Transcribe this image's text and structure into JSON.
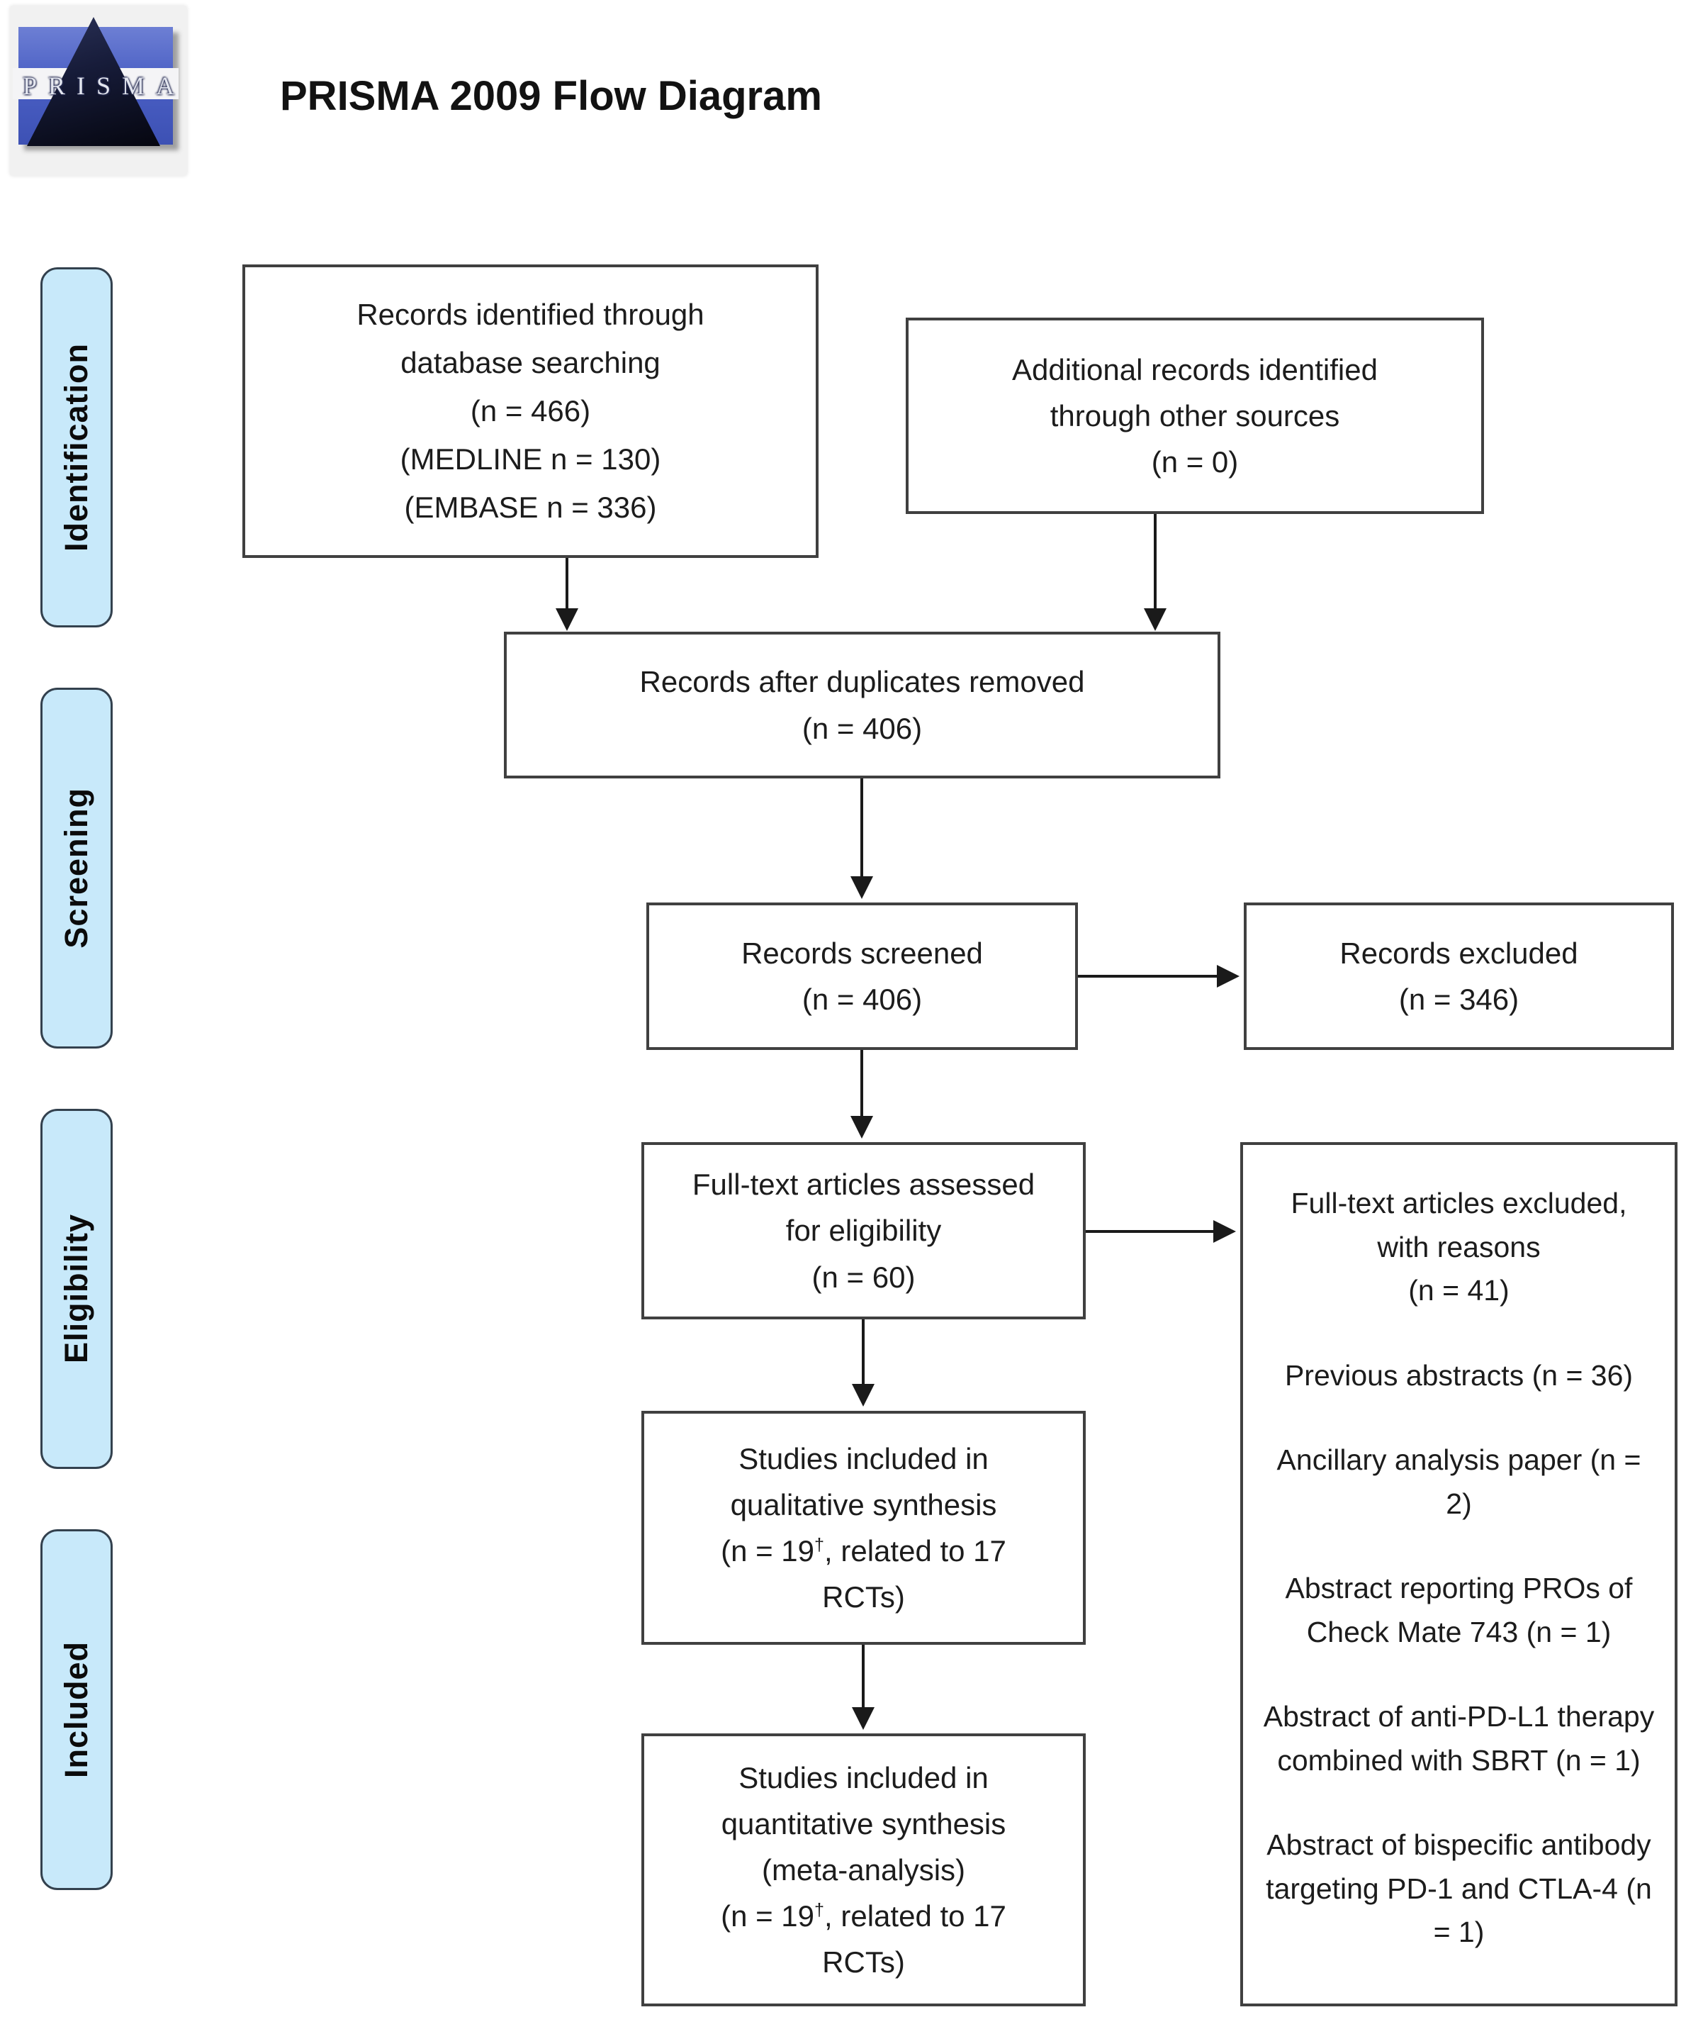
{
  "header": {
    "title": "PRISMA 2009 Flow Diagram",
    "logo_text": "PRISMA"
  },
  "colors": {
    "stage_fill": "#c8e9fa",
    "stage_border": "#33414e",
    "box_border": "#404040",
    "arrow": "#1a1a1a",
    "logo_blue": "#4a5fc4",
    "logo_triangle": "#0b0f24"
  },
  "stages": [
    {
      "label": "Identification"
    },
    {
      "label": "Screening"
    },
    {
      "label": "Eligibility"
    },
    {
      "label": "Included"
    }
  ],
  "boxes": {
    "identified": {
      "l1": "Records identified through",
      "l2": "database searching",
      "l3": "(n = 466)",
      "l4": "(MEDLINE n = 130)",
      "l5": "(EMBASE n = 336)"
    },
    "additional": {
      "l1": "Additional records identified",
      "l2": "through other sources",
      "l3": "(n = 0)"
    },
    "dedup": {
      "l1": "Records after duplicates removed",
      "l2": "(n = 406)"
    },
    "screened": {
      "l1": "Records screened",
      "l2": "(n = 406)"
    },
    "excluded": {
      "l1": "Records excluded",
      "l2": "(n = 346)"
    },
    "fulltext": {
      "l1": "Full-text articles assessed",
      "l2": "for eligibility",
      "l3": "(n = 60)"
    },
    "reasons": {
      "l1": "Full-text articles excluded,",
      "l2": "with reasons",
      "l3": "(n = 41)",
      "p2": "Previous abstracts (n = 36)",
      "p3": "Ancillary analysis paper (n = 2)",
      "p4": "Abstract reporting PROs of Check Mate 743 (n = 1)",
      "p5": "Abstract of anti-PD-L1 therapy combined with SBRT (n = 1)",
      "p6": "Abstract of bispecific antibody targeting PD-1 and CTLA-4 (n = 1)"
    },
    "qualitative": {
      "l1": "Studies included in",
      "l2": "qualitative synthesis",
      "l3_pre": "(n = 19",
      "l3_sup": "†",
      "l3_post": ", related to 17",
      "l4": "RCTs)"
    },
    "quantitative": {
      "l1": "Studies included in",
      "l2": "quantitative synthesis",
      "l3": "(meta-analysis)",
      "l4_pre": "(n = 19",
      "l4_sup": "†",
      "l4_post": ", related to 17",
      "l5": "RCTs)"
    }
  }
}
